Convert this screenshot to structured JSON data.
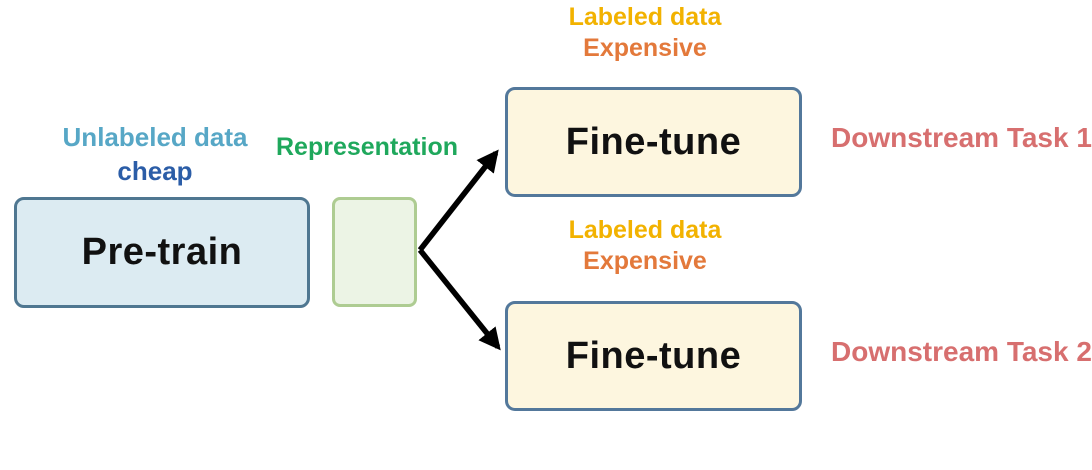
{
  "diagram": {
    "top_label": {
      "line1": "Labeled data",
      "line2": "Expensive"
    },
    "mid_label": {
      "line1": "Labeled data",
      "line2": "Expensive"
    },
    "pretrain_caption": {
      "line1": "Unlabeled data",
      "line2": "cheap"
    },
    "representation_label": "Representation",
    "boxes": {
      "pretrain": {
        "label": "Pre-train"
      },
      "finetune1": {
        "label": "Fine-tune"
      },
      "finetune2": {
        "label": "Fine-tune"
      }
    },
    "downstream": {
      "task1": "Downstream Task 1",
      "task2": "Downstream Task 2"
    }
  },
  "colors": {
    "labeled": "#F2B200",
    "expensive": "#E3793B",
    "unlabeled": "#57A7C6",
    "cheap": "#2B5DA7",
    "representation": "#1FA85C",
    "downstream": "#D76F6F",
    "pretrain_fill": "#DCEBF2",
    "pretrain_border": "#4F7791",
    "finetune_fill": "#FDF6DF",
    "finetune_border": "#53789B",
    "repr_fill": "#ECF4E5",
    "repr_border": "#AECC92",
    "arrow": "#000000"
  }
}
